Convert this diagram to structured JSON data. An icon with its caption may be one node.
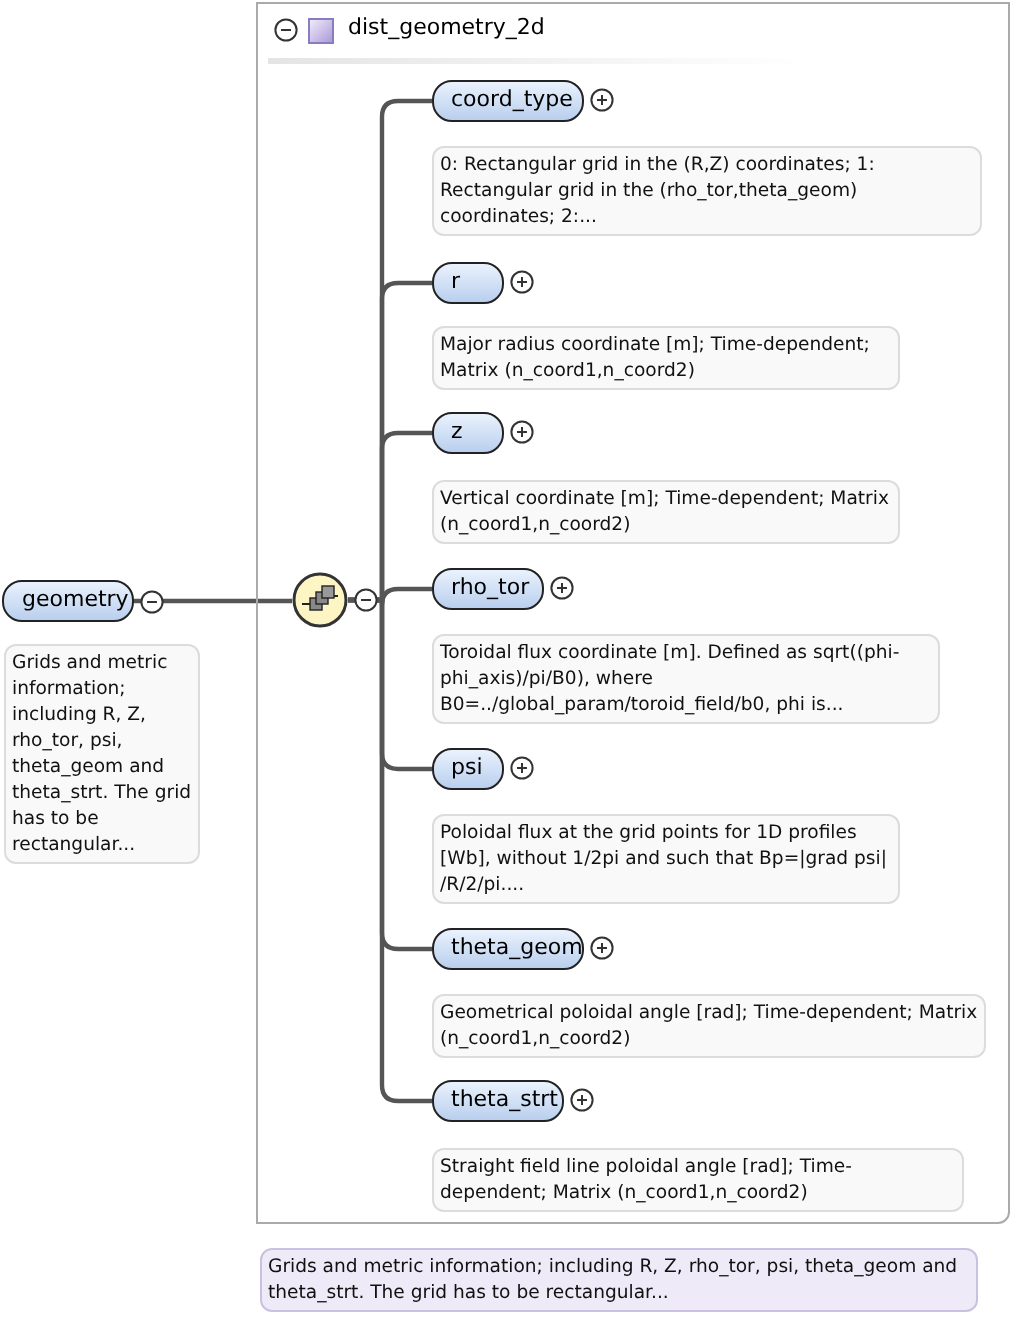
{
  "diagram": {
    "nodes": [
      {
        "text": [
          "geometry"
        ],
        "beside": [
          "Grids and metric information; including R, Z, rho_tor, psi, theta_geom and theta_strt. The grid has to be rectangular..."
        ]
      },
      {
        "text": [
          "dist_geometry_2d"
        ],
        "beside": [
          "Grids and metric information; including R, Z, rho_tor, psi, theta_geom and theta_strt. The grid has to be rectangular..."
        ]
      },
      {
        "text": [],
        "shape": "circle",
        "in": 1
      },
      {
        "text": [
          "coord_type"
        ],
        "in": 1,
        "beside": [
          "0: Rectangular grid in the (R,Z) coordinates; 1: Rectangular grid in the (rho_tor,theta_geom) coordinates; 2:..."
        ]
      },
      {
        "text": [
          "r"
        ],
        "in": 1,
        "beside": [
          "Major radius coordinate [m]; Time-dependent; Matrix (n_coord1,n_coord2)"
        ]
      },
      {
        "text": [
          "z"
        ],
        "in": 1,
        "beside": [
          "Vertical coordinate [m]; Time-dependent; Matrix (n_coord1,n_coord2)"
        ]
      },
      {
        "text": [
          "rho_tor"
        ],
        "in": 1,
        "beside": [
          "Toroidal flux coordinate [m]. Defined as sqrt((phi-phi_axis)/pi/B0), where B0=../global_param/toroid_field/b0, phi is..."
        ]
      },
      {
        "text": [
          "psi"
        ],
        "in": 1,
        "beside": [
          "Poloidal flux at the grid points for 1D profiles [Wb], without 1/2pi and such that Bp=|grad psi| /R/2/pi...."
        ]
      },
      {
        "text": [
          "theta_geom"
        ],
        "in": 1,
        "beside": [
          "Geometrical poloidal angle [rad]; Time-dependent; Matrix (n_coord1,n_coord2)"
        ]
      },
      {
        "text": [
          "theta_strt"
        ],
        "in": 1,
        "beside": [
          "Straight field line poloidal angle [rad]; Time-dependent; Matrix (n_coord1,n_coord2)"
        ]
      }
    ],
    "edges": [
      {
        "from": 0,
        "to": 2,
        "arrow": "none"
      },
      {
        "from": 2,
        "to": 3,
        "arrow": "none"
      },
      {
        "from": 2,
        "to": 4,
        "arrow": "none"
      },
      {
        "from": 2,
        "to": 5,
        "arrow": "none"
      },
      {
        "from": 2,
        "to": 6,
        "arrow": "none"
      },
      {
        "from": 2,
        "to": 7,
        "arrow": "none"
      },
      {
        "from": 2,
        "to": 8,
        "arrow": "none"
      },
      {
        "from": 2,
        "to": 9,
        "arrow": "none"
      }
    ]
  }
}
